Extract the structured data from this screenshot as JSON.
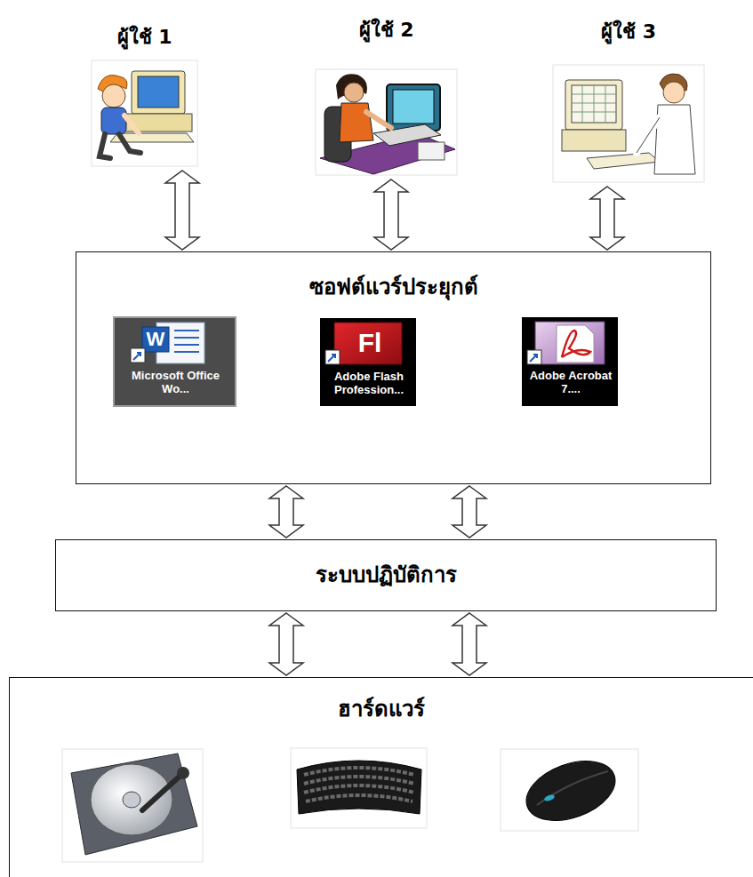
{
  "diagram": {
    "nodes": [
      {
        "text": [
          "ผู้ใช้ 1"
        ]
      },
      {
        "text": [
          "ผู้ใช้ 2"
        ]
      },
      {
        "text": [
          "ผู้ใช้ 3"
        ]
      },
      {
        "text": [
          "ซอฟต์แวร์ประยุกต์"
        ]
      },
      {
        "text": [
          "Microsoft Office Wo..."
        ],
        "in": 3
      },
      {
        "text": [
          "Adobe Flash Profession..."
        ],
        "in": 3
      },
      {
        "text": [
          "Adobe Acrobat 7...."
        ],
        "in": 3
      },
      {
        "text": [
          "ระบบปฏิบัติการ"
        ]
      },
      {
        "text": [
          "ฮาร์ดแวร์"
        ]
      }
    ],
    "edges": [
      {
        "from": 0,
        "to": 3,
        "arrow": "both"
      },
      {
        "from": 1,
        "to": 3,
        "arrow": "both"
      },
      {
        "from": 2,
        "to": 3,
        "arrow": "both"
      },
      {
        "from": 3,
        "to": 7,
        "arrow": "both"
      },
      {
        "from": 3,
        "to": 7,
        "arrow": "both"
      },
      {
        "from": 7,
        "to": 8,
        "arrow": "both"
      },
      {
        "from": 7,
        "to": 8,
        "arrow": "both"
      }
    ],
    "labels": [
      "W",
      "Fl"
    ]
  }
}
